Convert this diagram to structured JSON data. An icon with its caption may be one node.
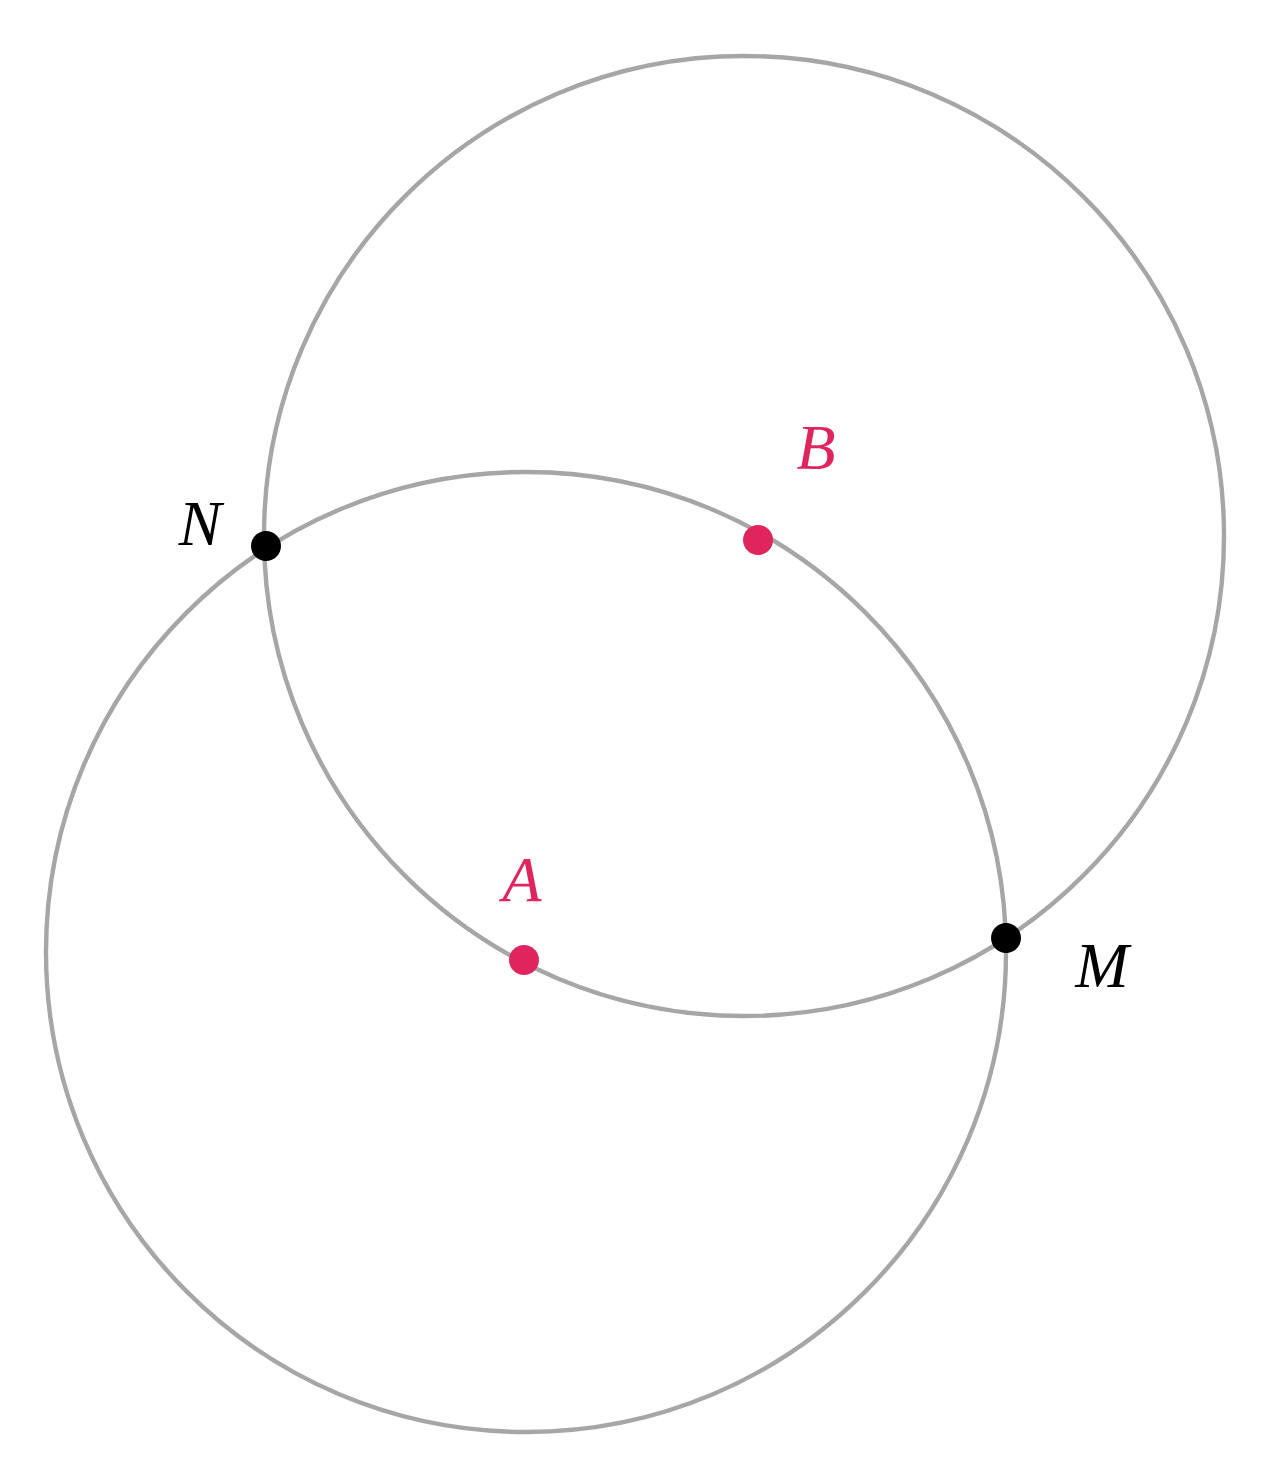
{
  "diagram": {
    "labels": [
      "N",
      "B",
      "A",
      "M"
    ]
  }
}
